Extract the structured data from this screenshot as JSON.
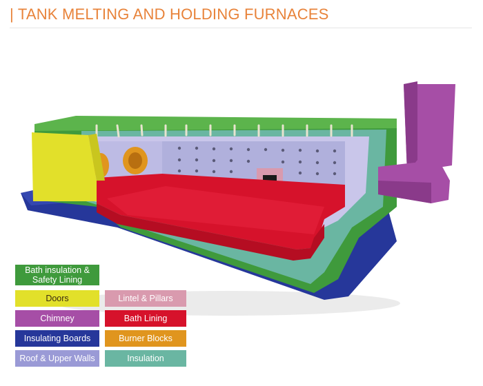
{
  "header": {
    "title": "| TANK MELTING AND HOLDING FURNACES"
  },
  "legend": [
    {
      "id": "bath-insulation",
      "label": "Bath insulation & Safety Lining",
      "color": "#3f9a3c"
    },
    {
      "id": "doors",
      "label": "Doors",
      "color": "#e2e02a"
    },
    {
      "id": "lintel-pillars",
      "label": "Lintel & Pillars",
      "color": "#d99aae"
    },
    {
      "id": "chimney",
      "label": "Chimney",
      "color": "#a64ea6"
    },
    {
      "id": "bath-lining",
      "label": "Bath Lining",
      "color": "#d6122b"
    },
    {
      "id": "insulating-boards",
      "label": "Insulating Boards",
      "color": "#26379a"
    },
    {
      "id": "burner-blocks",
      "label": "Burner Blocks",
      "color": "#e0951e"
    },
    {
      "id": "roof-upper-walls",
      "label": "Roof & Upper Walls",
      "color": "#9a9ad6"
    },
    {
      "id": "insulation",
      "label": "Insulation",
      "color": "#6ab6a2"
    }
  ]
}
